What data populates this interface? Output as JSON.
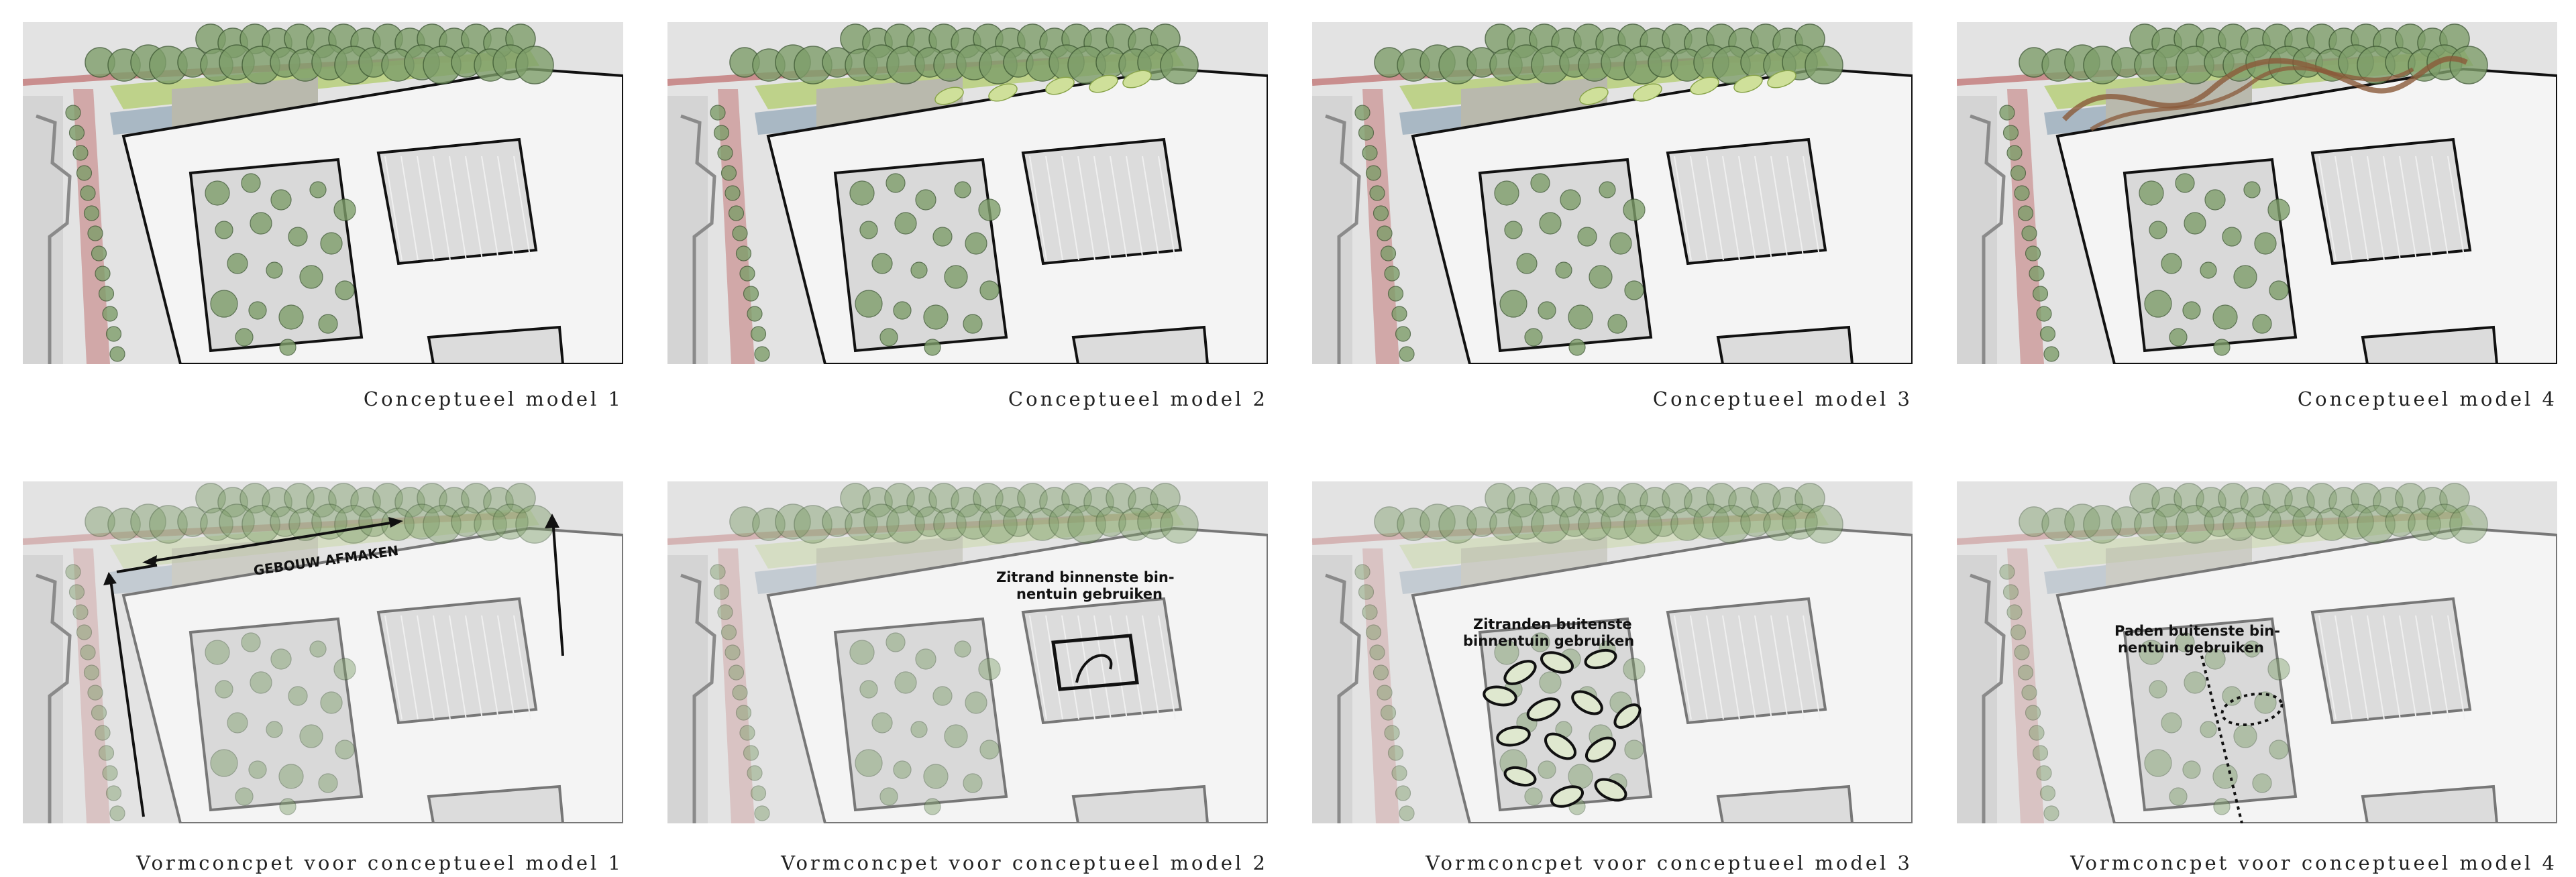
{
  "panels_top": [
    {
      "caption": "Conceptueel model 1"
    },
    {
      "caption": "Conceptueel model 2"
    },
    {
      "caption": "Conceptueel model 3"
    },
    {
      "caption": "Conceptueel model 4"
    }
  ],
  "panels_bottom": [
    {
      "caption": "Vormconcpet voor conceptueel model 1",
      "annotation": [
        "GEBOUW AFMAKEN"
      ]
    },
    {
      "caption": "Vormconcpet voor conceptueel model 2",
      "annotation": [
        "Zitrand binnenste bin-",
        "nentuin gebruiken"
      ]
    },
    {
      "caption": "Vormconcpet voor conceptueel model 3",
      "annotation": [
        "Zitranden buitenste",
        "binnentuin gebruiken"
      ]
    },
    {
      "caption": "Vormconcpet voor conceptueel model 4",
      "annotation": [
        "Paden buitenste bin-",
        "nentuin gebruiken"
      ]
    }
  ],
  "colors": {
    "tree": "#7e9e6a",
    "tree_stroke": "#3f5a34",
    "red_path": "#c98e8e",
    "green_strip": "#b7cf7a",
    "blue_patch": "#a9b8c4",
    "building": "#f4f4f4",
    "brown_path": "#8a5a3a"
  }
}
